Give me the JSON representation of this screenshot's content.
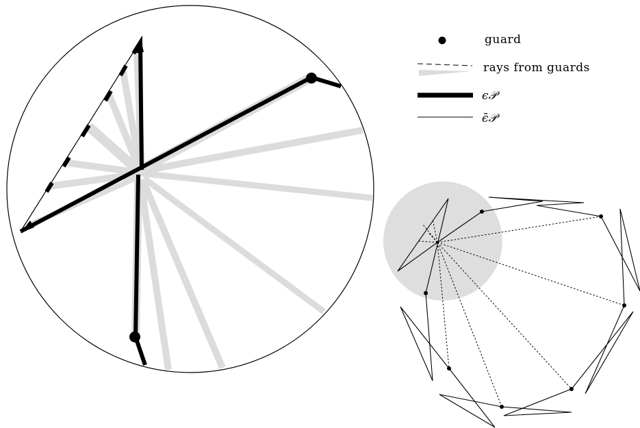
{
  "legend": {
    "guard": "guard",
    "rays": "rays from guards",
    "eps_P": "ϵ𝒫",
    "eps_bar_P": "ϵ̄𝒫"
  },
  "colors": {
    "ink": "#000000",
    "ray_gray": "#dcdcdc",
    "disk_gray": "#dedede",
    "background": "#ffffff"
  }
}
